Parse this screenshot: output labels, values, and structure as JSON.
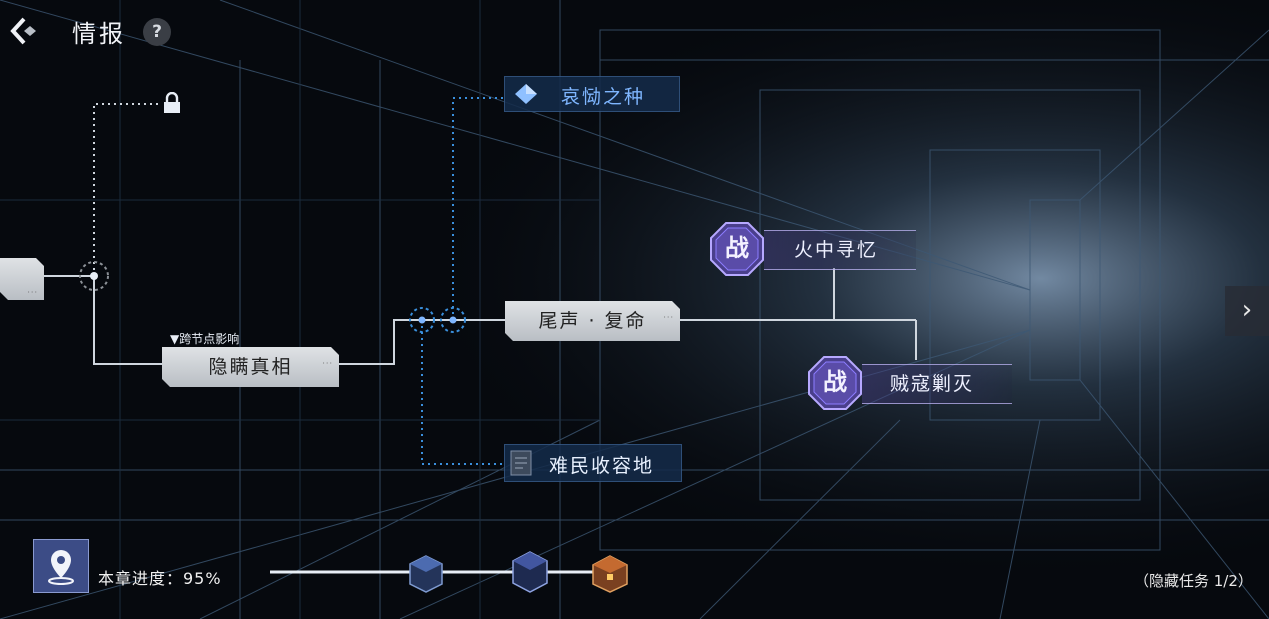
{
  "header": {
    "title": "情报",
    "help_label": "?"
  },
  "nodes": {
    "left_plate_label": "",
    "conceal_truth": {
      "label": "隐瞒真相",
      "influence_note": "▼跨节点影响"
    },
    "epilogue": {
      "label": "尾声 · 复命"
    },
    "grief_seed": {
      "label": "哀恸之种"
    },
    "refugee_camp": {
      "label": "难民收容地"
    },
    "fire_memory": {
      "label": "火中寻忆",
      "badge": "战"
    },
    "bandit_purge": {
      "label": "贼寇剿灭",
      "badge": "战"
    }
  },
  "footer": {
    "progress_label": "本章进度：95%",
    "progress_percent": 95,
    "hidden_task_label": "（隐藏任务 1/2）"
  },
  "icons": {
    "back": "back-arrow-icon",
    "lock": "lock-icon",
    "location": "location-pin-icon",
    "next": "chevron-right-icon",
    "crystal": "crystal-icon",
    "chest": "treasure-chest-icon"
  },
  "colors": {
    "accent_blue": "#7fb6ff",
    "battle_purple": "#8c7cff",
    "connector": "#cfd6de"
  }
}
